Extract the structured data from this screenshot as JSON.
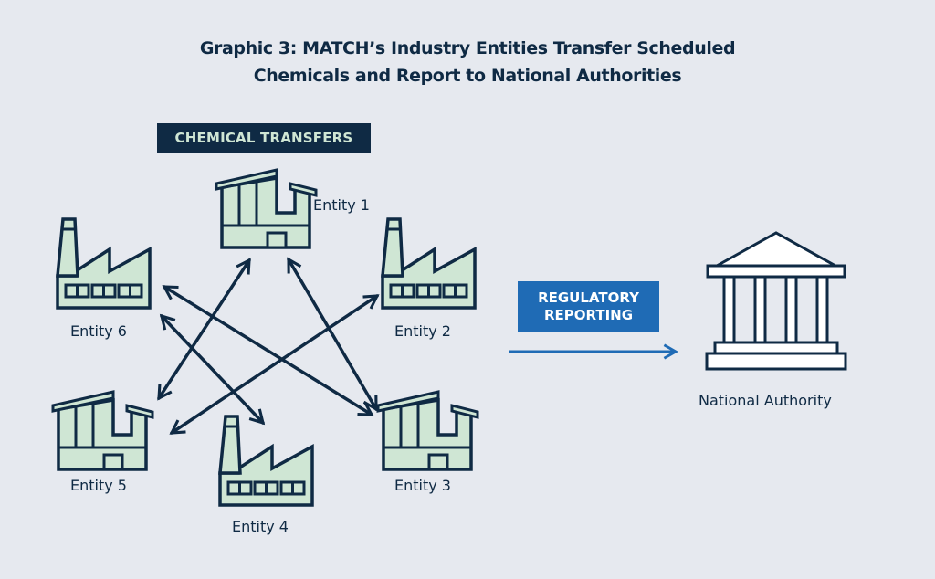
{
  "title": {
    "line1": "Graphic 3: MATCH’s Industry Entities Transfer Scheduled",
    "line2": "Chemicals and Report to National Authorities"
  },
  "badges": {
    "chemical_transfers": "CHEMICAL TRANSFERS",
    "regulatory_reporting_line1": "REGULATORY",
    "regulatory_reporting_line2": "REPORTING"
  },
  "entities": [
    {
      "id": 1,
      "label": "Entity 1",
      "icon": "warehouse-icon"
    },
    {
      "id": 2,
      "label": "Entity 2",
      "icon": "factory-icon"
    },
    {
      "id": 3,
      "label": "Entity 3",
      "icon": "warehouse-icon"
    },
    {
      "id": 4,
      "label": "Entity 4",
      "icon": "factory-icon"
    },
    {
      "id": 5,
      "label": "Entity 5",
      "icon": "warehouse-icon"
    },
    {
      "id": 6,
      "label": "Entity 6",
      "icon": "factory-icon"
    }
  ],
  "transfers": [
    {
      "from": "Entity 1",
      "to": "Entity 5",
      "bidirectional": true
    },
    {
      "from": "Entity 6",
      "to": "Entity 3",
      "bidirectional": true
    },
    {
      "from": "Entity 6",
      "to": "Entity 4",
      "bidirectional": true
    },
    {
      "from": "Entity 1",
      "to": "Entity 3",
      "bidirectional": true
    },
    {
      "from": "Entity 2",
      "to": "Entity 5",
      "bidirectional": true
    }
  ],
  "authority": {
    "label": "National Authority",
    "icon": "government-building-icon"
  },
  "colors": {
    "background": "#e6e9ef",
    "navy": "#0f2a44",
    "building_fill": "#cfe6d4",
    "blue_accent": "#1f6bb5",
    "authority_fill": "#ffffff"
  }
}
